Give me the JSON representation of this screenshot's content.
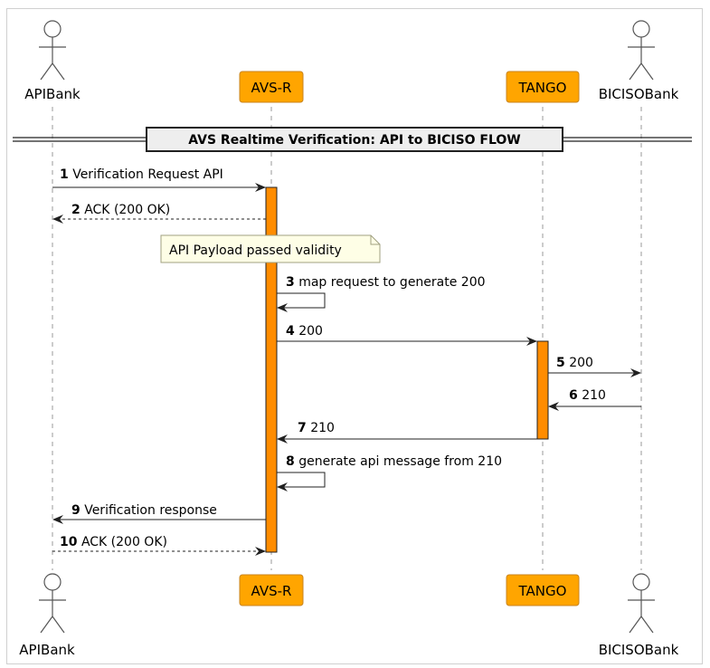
{
  "divider": {
    "text": "AVS Realtime Verification: API to BICISO FLOW"
  },
  "participants": {
    "apibank": "APIBank",
    "avsr": "AVS-R",
    "tango": "TANGO",
    "bicisobank": "BICISOBank"
  },
  "note": {
    "text": "API Payload passed validity"
  },
  "messages": [
    {
      "num": "1",
      "text": "Verification Request API"
    },
    {
      "num": "2",
      "text": "ACK (200 OK)"
    },
    {
      "num": "3",
      "text": "map request to generate 200"
    },
    {
      "num": "4",
      "text": "200"
    },
    {
      "num": "5",
      "text": "200"
    },
    {
      "num": "6",
      "text": "210"
    },
    {
      "num": "7",
      "text": "210"
    },
    {
      "num": "8",
      "text": "generate api message from 210"
    },
    {
      "num": "9",
      "text": "Verification response"
    },
    {
      "num": "10",
      "text": "ACK (200 OK)"
    }
  ],
  "colors": {
    "participant_fill": "#ffa500",
    "participant_border": "#c8841f",
    "activation_fill": "#ff8c00",
    "note_fill": "#fefee6",
    "line": "#202020"
  }
}
